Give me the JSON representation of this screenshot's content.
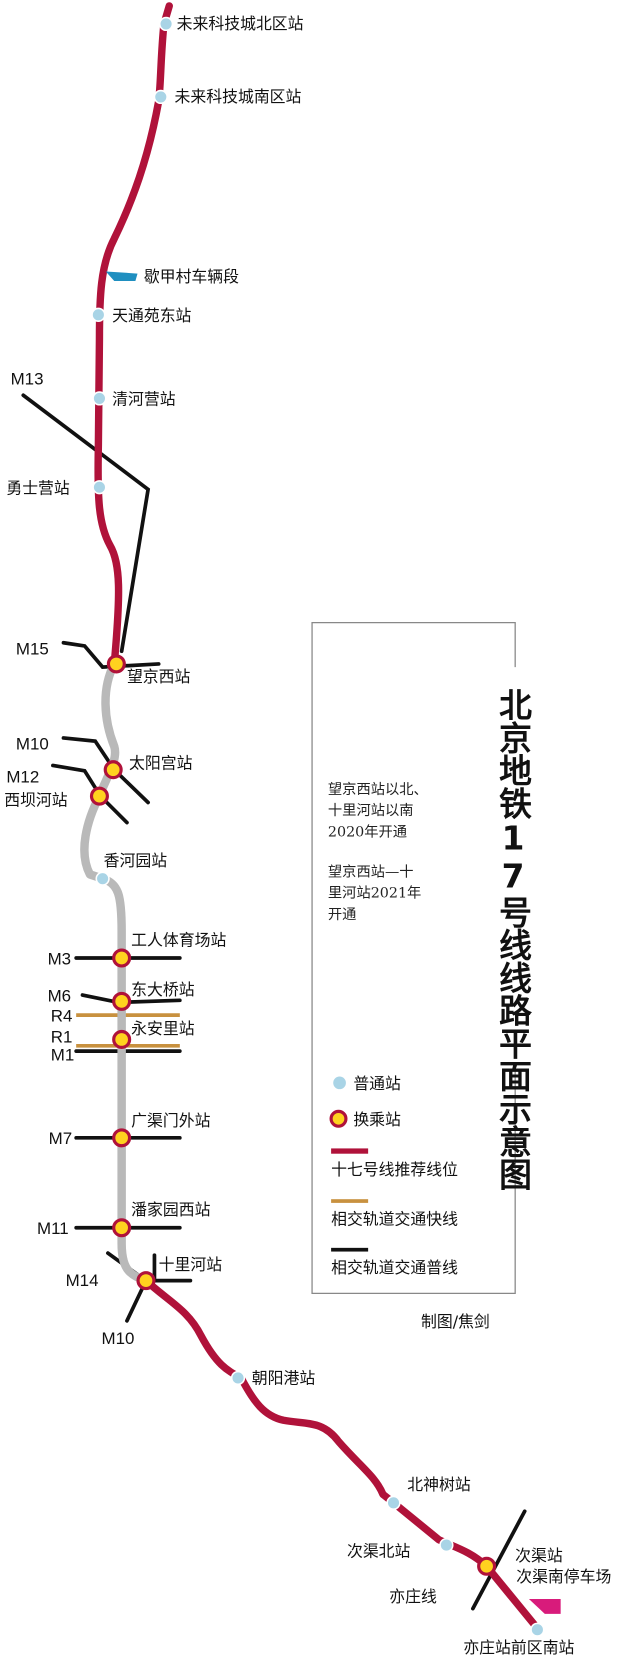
{
  "title": "北京地铁17号线线路平面示意图",
  "colors": {
    "line17": "#b0123a",
    "planned": "#b9b9b9",
    "express": "#c8913f",
    "regular": "#111111",
    "station": "#a9d4e6",
    "transfer_fill": "#ffd21f",
    "transfer_ring": "#b0123a",
    "depot_north": "#1f8fc0",
    "depot_south": "#d81b7b"
  },
  "stations": {
    "s1": "未来科技城北区站",
    "s2": "未来科技城南区站",
    "depot_n": "歇甲村车辆段",
    "s3": "天通苑东站",
    "s4": "清河营站",
    "s5": "勇士营站",
    "s6": "望京西站",
    "s7": "太阳宫站",
    "s8": "西坝河站",
    "s9": "香河园站",
    "s10": "工人体育场站",
    "s11": "东大桥站",
    "s12": "永安里站",
    "s13": "广渠门外站",
    "s14": "潘家园西站",
    "s15": "十里河站",
    "s16": "朝阳港站",
    "s17": "北神树站",
    "s18": "次渠北站",
    "s19": "次渠站",
    "depot_s": "次渠南停车场",
    "s20": "亦庄站前区南站"
  },
  "lines": {
    "m13": "M13",
    "m15": "M15",
    "m10": "M10",
    "m12": "M12",
    "m3": "M3",
    "m6": "M6",
    "r4": "R4",
    "r1": "R1",
    "m1": "M1",
    "m7": "M7",
    "m11": "M11",
    "m14": "M14",
    "m10b": "M10",
    "yizhuang": "亦庄线"
  },
  "notes": {
    "n1": [
      "望京西站以北、",
      "十里河站以南",
      "2020年开通"
    ],
    "n2": [
      "望京西站—十",
      "里河站2021年",
      "开通"
    ]
  },
  "legend": {
    "regular_station": "普通站",
    "transfer_station": "换乘站",
    "line17": "十七号线推荐线位",
    "express": "相交轨道交通快线",
    "regular": "相交轨道交通普线"
  },
  "credit": "制图/焦剑"
}
